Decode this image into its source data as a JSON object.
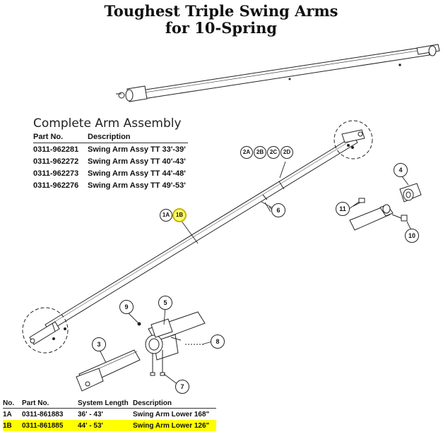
{
  "title": {
    "line1": "Toughest Triple Swing Arms",
    "line2": "for 10-Spring"
  },
  "assembly": {
    "heading": "Complete Arm Assembly",
    "col_part": "Part No.",
    "col_desc": "Description",
    "rows": [
      {
        "part": "0311-962281",
        "desc": "Swing Arm Assy TT 33'-39'"
      },
      {
        "part": "0311-962272",
        "desc": "Swing Arm Assy TT 40'-43'"
      },
      {
        "part": "0311-962273",
        "desc": "Swing Arm Assy TT 44'-48'"
      },
      {
        "part": "0311-962276",
        "desc": "Swing Arm Assy TT 49'-53'"
      }
    ]
  },
  "lower": {
    "col_no": "No.",
    "col_part": "Part No.",
    "col_len": "System Length",
    "col_desc": "Description",
    "rows": [
      {
        "no": "1A",
        "part": "0311-861883",
        "len": "36' - 43'",
        "desc": "Swing Arm Lower 168\""
      },
      {
        "no": "1B",
        "part": "0311-861885",
        "len": "44' - 53'",
        "desc": "Swing Arm Lower 126\""
      }
    ]
  },
  "callouts": {
    "c1a": "1A",
    "c1b": "1B",
    "c2a": "2A",
    "c2b": "2B",
    "c2c": "2C",
    "c2d": "2D",
    "c3": "3",
    "c4": "4",
    "c5": "5",
    "c6": "6",
    "c7": "7",
    "c8": "8",
    "c9": "9",
    "c10": "10",
    "c11": "11"
  },
  "colors": {
    "highlight": "#ffff00",
    "line": "#222222"
  }
}
